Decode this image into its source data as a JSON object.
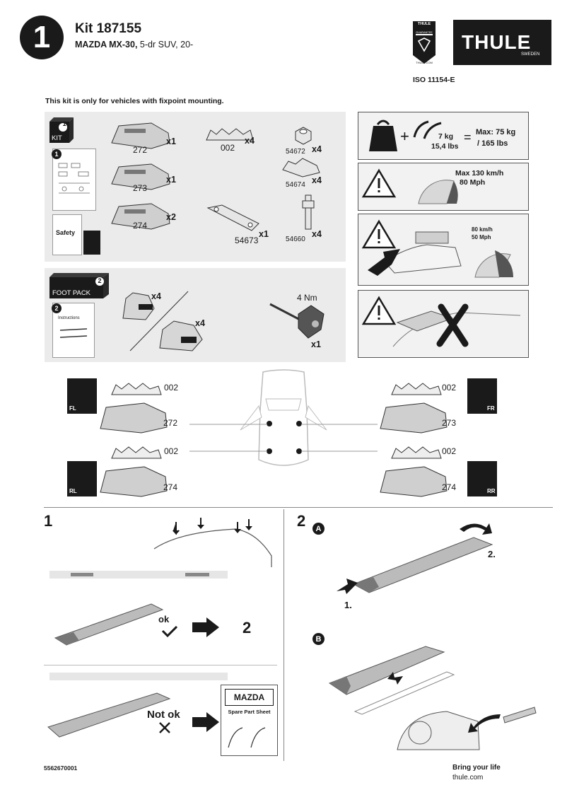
{
  "header": {
    "step_number": "1",
    "kit_title": "Kit 187155",
    "vehicle_make": "MAZDA MX-30,",
    "vehicle_detail": " 5-dr SUV, 20-",
    "iso": "ISO 11154-E",
    "brand_logo_text": "THULE",
    "brand_logo_sub": "SWEDEN",
    "shield_top": "THULE",
    "shield_mid": "GUARANTEE",
    "shield_bottom": "THULE.COM"
  },
  "notice": "This kit is only for vehicles with fixpoint mounting.",
  "kit_panel": {
    "badge_number": "1",
    "badge_label": "KIT",
    "manual_number": "1",
    "safety_label": "Safety",
    "parts": [
      {
        "part": "272",
        "qty": "x1"
      },
      {
        "part": "273",
        "qty": "x1"
      },
      {
        "part": "274",
        "qty": "x2"
      },
      {
        "part": "002",
        "qty": "x4"
      },
      {
        "part": "54673",
        "qty": "x1"
      },
      {
        "part": "54672",
        "qty": "x4"
      },
      {
        "part": "54674",
        "qty": "x4"
      },
      {
        "part": "54660",
        "qty": "x4"
      }
    ]
  },
  "foot_pack": {
    "badge_number": "2",
    "badge_label": "FOOT PACK",
    "manual_number": "2",
    "instructions_label": "Instructions",
    "foot_qty_a": "x4",
    "foot_qty_b": "x4",
    "torque": "4 Nm",
    "key_qty": "x1"
  },
  "warnings": {
    "load_weight": "7 kg",
    "load_weight_lbs": "15,4 lbs",
    "equals": "=",
    "plus": "+",
    "max_load": "Max: 75 kg",
    "max_load_lbs": "/ 165 lbs",
    "max_speed_line1": "Max  130 km/h",
    "max_speed_line2": "80 Mph",
    "speed_kmh": "80 km/h",
    "speed_mph": "50 Mph"
  },
  "positions": {
    "fl": {
      "label": "FL",
      "pad": "002",
      "foot": "272"
    },
    "fr": {
      "label": "FR",
      "pad": "002",
      "foot": "273"
    },
    "rl": {
      "label": "RL",
      "pad": "002",
      "foot": "274"
    },
    "rr": {
      "label": "RR",
      "pad": "002",
      "foot": "274"
    }
  },
  "step1": {
    "number": "1",
    "ok_label": "ok",
    "next_step": "2",
    "not_ok_label": "Not ok",
    "spare_brand": "MAZDA",
    "spare_title": "Spare Part Sheet"
  },
  "step2": {
    "number": "2",
    "sub_a": "A",
    "sub_b": "B",
    "action_1": "1.",
    "action_2": "2."
  },
  "footer": {
    "code": "5562670001",
    "tagline": "Bring your life",
    "website": "thule.com"
  }
}
